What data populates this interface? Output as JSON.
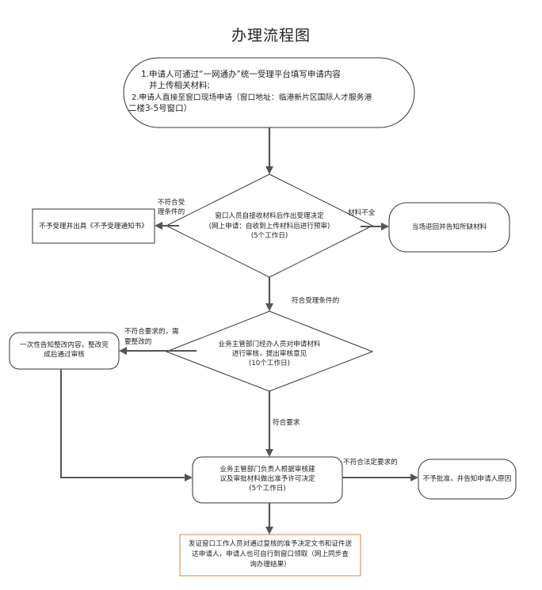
{
  "title": "办理流程图",
  "start": {
    "line1": "1.申请人可通过“一网通办”统一受理平台填写申请内容",
    "line2": "并上传相关材料;",
    "line3": "2.申请人直接至窗口现场申请（窗口地址：临港新片区国际人才服务港",
    "line4": "二楼3-5号窗口）"
  },
  "decision1": {
    "line1": "窗口人员自接收材料后作出受理决定",
    "line2": "(网上申请：自收到上传材料后进行预审)",
    "line3": "(5个工作日)"
  },
  "left1": {
    "text": "不予受理并出具《不予受理通知书》"
  },
  "left1_label": {
    "line1": "不符合受",
    "line2": "理条件的"
  },
  "right1": {
    "text": "当场退回并告知所缺材料"
  },
  "right1_label": {
    "text": "材料不全"
  },
  "down1_label": {
    "text": "符合受理条件的"
  },
  "decision2": {
    "line1": "业务主管部门经办人员对申请材料",
    "line2": "进行审核，提出审核意见",
    "line3": "(10个工作日)"
  },
  "left2": {
    "line1": "一次性告知整改内容，整改完",
    "line2": "成后通过审核"
  },
  "left2_label": {
    "line1": "不符合要求的，需",
    "line2": "要整改的"
  },
  "down2_label": {
    "text": "符合要求"
  },
  "process3": {
    "line1": "业务主管部门负责人根据审核建",
    "line2": "议及审批材料做出准予许可决定",
    "line3": "(5个工作日)"
  },
  "right3_label": {
    "text": "不符合法定要求的"
  },
  "right3": {
    "text": "不予批准，并告知申请人原因"
  },
  "final": {
    "line1": "发证窗口工作人员对通过复核的准予决定文书和证件送",
    "line2": "达申请人，申请人也可自行到窗口领取（网上同步查",
    "line3": "询办理结果）"
  }
}
